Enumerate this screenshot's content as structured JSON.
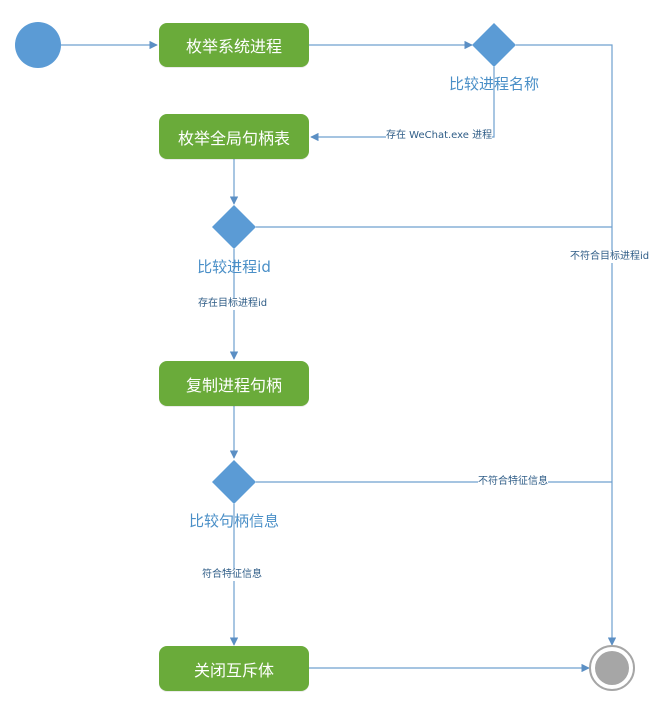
{
  "diagram": {
    "nodes": {
      "enum_process": "枚举系统进程",
      "compare_name": "比较进程名称",
      "enum_handles": "枚举全局句柄表",
      "compare_id": "比较进程id",
      "dup_handle": "复制进程句柄",
      "compare_handle": "比较句柄信息",
      "close_mutex": "关闭互斥体"
    },
    "edges": {
      "wechat_exists": "存在 WeChat.exe 进程",
      "target_id_exists": "存在目标进程id",
      "not_target_id": "不符合目标进程id",
      "not_match_features": "不符合特征信息",
      "match_features": "符合特征信息"
    }
  },
  "colors": {
    "box": "#6aab3a",
    "diamond": "#5b9bd5",
    "line": "#6fa0cf",
    "start": "#5b9bd5",
    "end": "#a6a6a6"
  }
}
